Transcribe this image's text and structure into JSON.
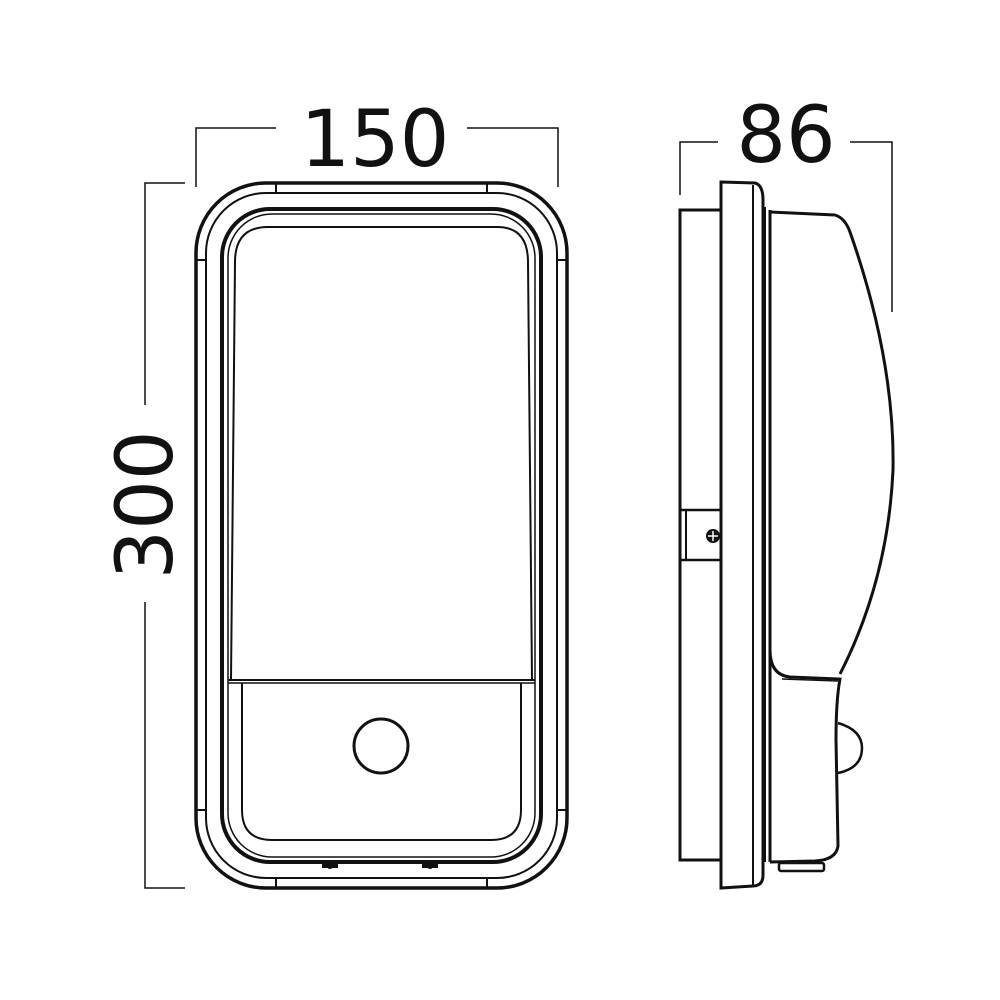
{
  "diagram": {
    "title": "Wall light with PIR sensor - dimension drawing",
    "front_view": {
      "width_label": "150",
      "height_label": "300",
      "features": [
        "outer-frame",
        "inner-bezel",
        "diffuser-lens",
        "sensor-panel",
        "pir-sensor-circle",
        "bottom-screws"
      ]
    },
    "side_view": {
      "depth_label": "86",
      "features": [
        "wall-mount-plate",
        "flange",
        "housing-body",
        "mounting-screw",
        "pir-sensor-dome",
        "bottom-tab"
      ]
    },
    "colors": {
      "line": "#111111",
      "background": "#ffffff"
    }
  }
}
